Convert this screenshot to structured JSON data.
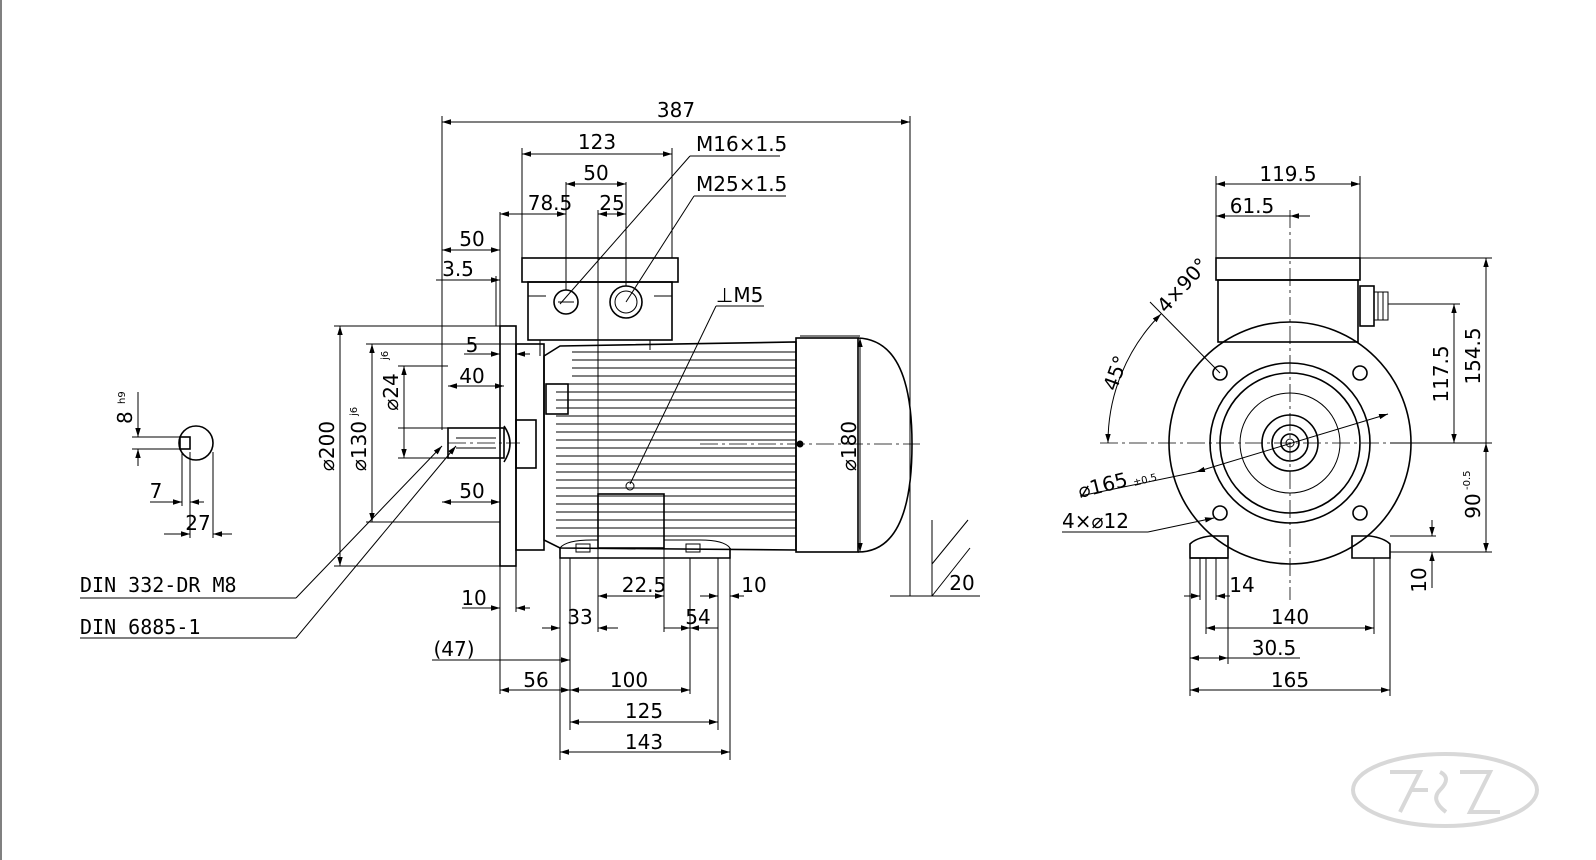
{
  "drawing": {
    "side_view": {
      "overall_length": "387",
      "terminal_box_length": "123",
      "terminal_box_center_pitch": "50",
      "box_offset": "78.5",
      "gland_offset": "25",
      "gland_small": "M16×1.5",
      "gland_large": "M25×1.5",
      "shaft_length_top": "50",
      "flange_spigot": "3.5",
      "flange_thickness": "5",
      "keyway_length": "40",
      "shaft_length_bottom": "50",
      "pcd_flange_outer": "⌀200",
      "spigot_diameter": "⌀130",
      "spigot_tolerance": "j6",
      "shaft_diameter": "⌀24",
      "shaft_tolerance": "j6",
      "earth_screw": "⊥M5",
      "housing_diameter": "⌀180",
      "flange_to_box": "10",
      "foot_a": "33",
      "foot_b": "22.5",
      "foot_c": "54",
      "foot_d": "10",
      "ref_47": "(47)",
      "dim_56": "56",
      "dim_100": "100",
      "dim_125": "125",
      "dim_143": "143",
      "dim_20": "20",
      "note_center_hole": "DIN 332-DR M8",
      "note_key": "DIN 6885-1"
    },
    "key_section": {
      "key_height": "8",
      "key_height_tol": "h9",
      "key_width": "7",
      "shaft_to_key": "27"
    },
    "end_view": {
      "box_width": "119.5",
      "box_center": "61.5",
      "bolt_angle": "4×90°",
      "bolt_offset_angle": "45°",
      "bolt_circle": "⌀165",
      "bolt_circle_tol": "±0.5",
      "bolt_holes": "4×⌀12",
      "height_total": "154.5",
      "gland_height": "117.5",
      "shaft_height": "90",
      "shaft_height_tol": "-0.5",
      "foot_height": "10",
      "foot_width": "14",
      "foot_spacing": "140",
      "foot_offset": "30.5",
      "overall_width": "165"
    }
  }
}
